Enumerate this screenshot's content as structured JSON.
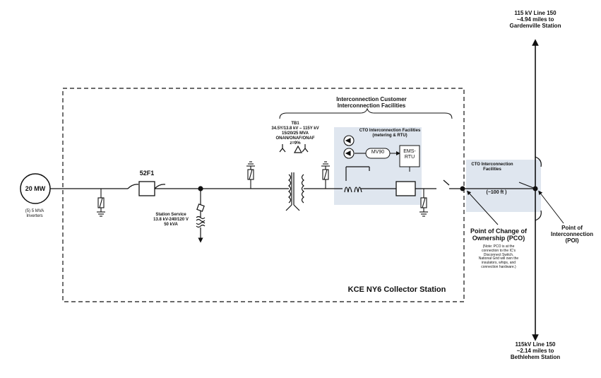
{
  "top_line": {
    "l1": "115 kV Line 150",
    "l2": "~4.94 miles to",
    "l3": "Gardenville Station"
  },
  "bottom_line": {
    "l1": "115kV Line 150",
    "l2": "~2.14 miles to",
    "l3": "Bethlehem Station"
  },
  "generator": {
    "rating": "20 MW",
    "note1": "(5) 5 MVA",
    "note2": "Inverters"
  },
  "breaker_label": "52F1",
  "station_service": {
    "l1": "Station Service",
    "l2": "13.8 kV-240/120 V",
    "l3": "50 kVA"
  },
  "transformer": {
    "l1": "TB1",
    "l2": "34.5Y/13.8 kV – 115Y kV",
    "l3": "15/20/25 MVA",
    "l4": "ONAN/ONAF/ONAF",
    "l5": "z=9%"
  },
  "customer_facilities": {
    "l1": "Interconnection Customer",
    "l2": "Interconnection  Facilities"
  },
  "cto_metering": {
    "l1": "CTO  Interconnection Facilities",
    "l2": "(metering & RTU)",
    "mv90": "MV90",
    "ems1": "EMS-",
    "ems2": "RTU"
  },
  "cto_facilities": {
    "l1": "CTO Interconnection",
    "l2": "Facilities",
    "distance": "(~100 ft )"
  },
  "pco": {
    "l1": "Point of Change of",
    "l2": "Ownership (PCO)",
    "n1": "(Note: PCO is at the",
    "n2": "connection to the IC's",
    "n3": "Disconnect Switch.",
    "n4": "National Grid will own the",
    "n5": "insulators, whips, and",
    "n6": "connection hardware.)"
  },
  "poi": {
    "l1": "Point of",
    "l2": "Interconnection",
    "l3": "(POI)"
  },
  "station_name": "KCE NY6 Collector Station",
  "colors": {
    "shade": "#dfe6ef",
    "line": "#111111"
  }
}
